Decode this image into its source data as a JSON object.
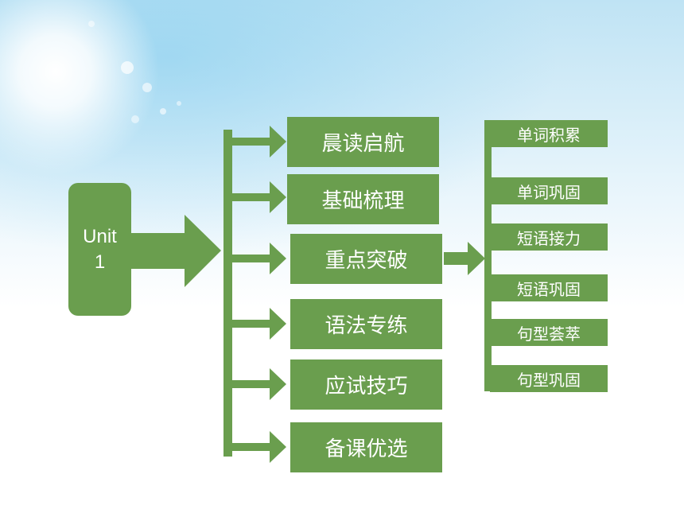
{
  "root": {
    "line1": "Unit",
    "line2": "1"
  },
  "sections": [
    {
      "label": "晨读启航"
    },
    {
      "label": "基础梳理"
    },
    {
      "label": "重点突破"
    },
    {
      "label": "语法专练"
    },
    {
      "label": "应试技巧"
    },
    {
      "label": "备课优选"
    }
  ],
  "subsections": [
    {
      "label": "单词积累"
    },
    {
      "label": "单词巩固"
    },
    {
      "label": "短语接力"
    },
    {
      "label": "短语巩固"
    },
    {
      "label": "句型荟萃"
    },
    {
      "label": "句型巩固"
    }
  ],
  "colors": {
    "box": "#6a9e4e",
    "text": "#ffffff"
  }
}
